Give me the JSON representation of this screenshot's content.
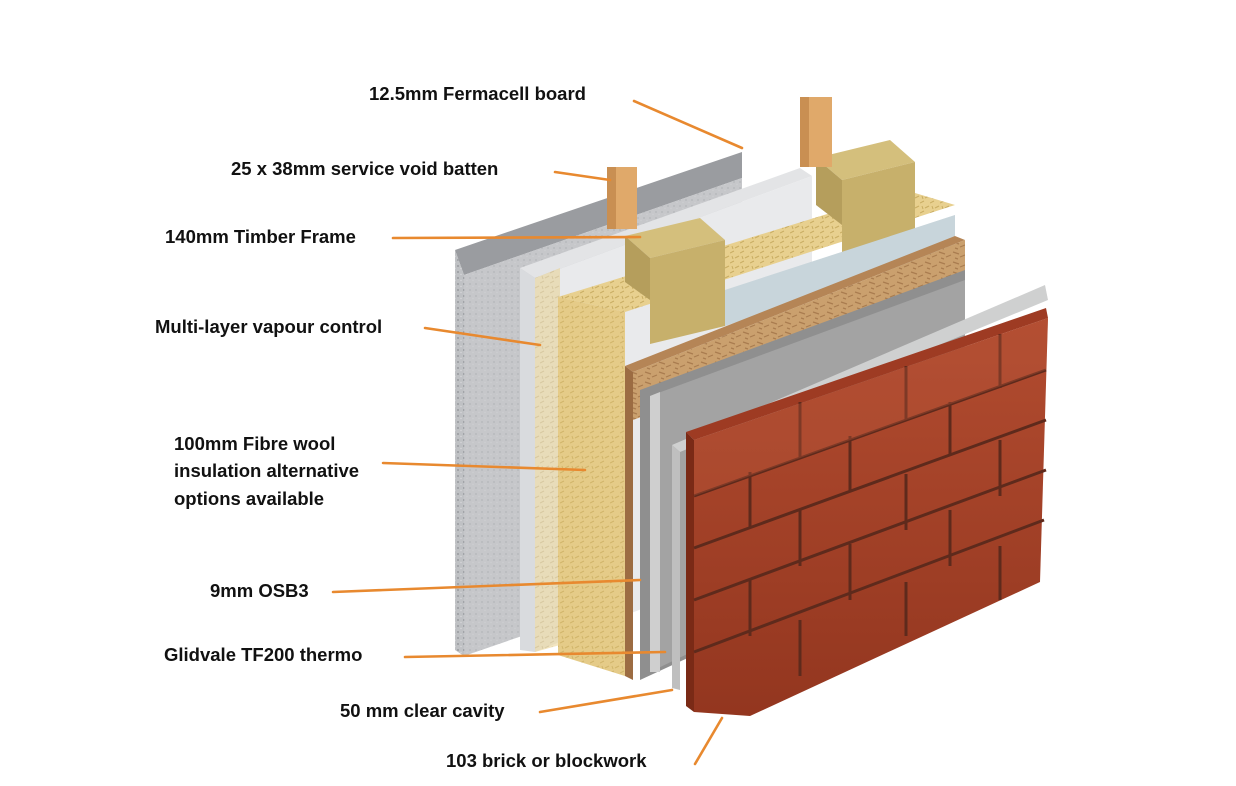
{
  "colors": {
    "leader": "#e8892f",
    "brick": "#a8422a",
    "mortar": "#5e2a1c",
    "insulation": "#e6cf8c",
    "timber": "#d5b179",
    "osb": "#c89a69",
    "board": "#b7b9bd"
  },
  "labels": {
    "fermacell": "12.5mm Fermacell board",
    "batten": "25 x 38mm service void batten",
    "timber_frame": "140mm Timber Frame",
    "vapour": "Multi-layer vapour control",
    "fibre_line1": "100mm Fibre wool",
    "fibre_line2": "insulation alternative",
    "fibre_line3": "options available",
    "osb": "9mm OSB3",
    "glidvale": "Glidvale TF200 thermo",
    "cavity": "50 mm clear cavity",
    "brick": "103 brick or blockwork"
  },
  "icons": {
    "diagram": "wall-section-illustration"
  }
}
